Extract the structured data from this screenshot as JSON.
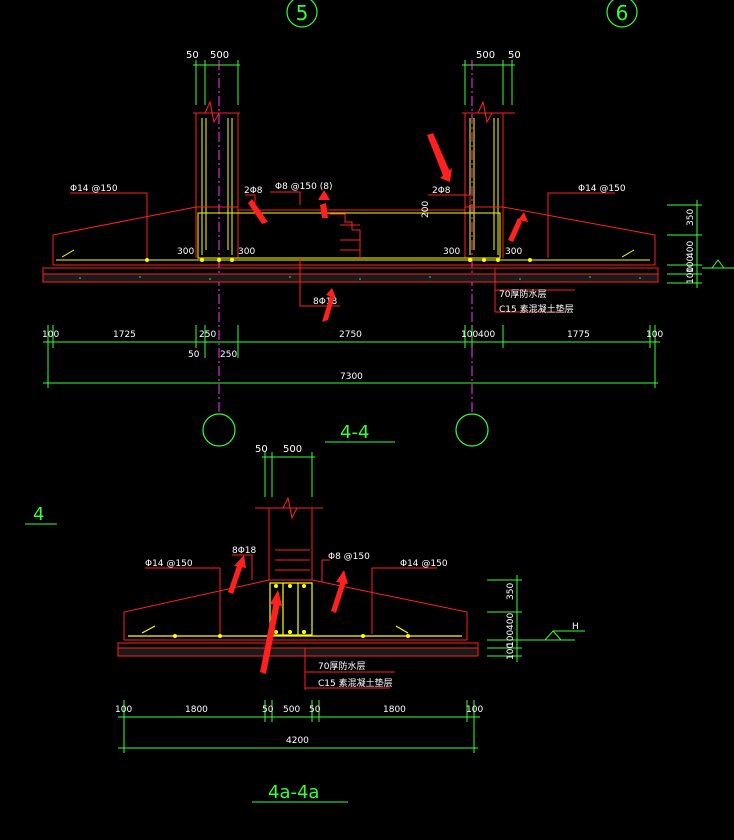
{
  "axes": {
    "left": "5",
    "right": "6"
  },
  "section_44": {
    "title": "4-4",
    "column_dims_left": [
      "50",
      "500"
    ],
    "column_dims_right": [
      "500",
      "50"
    ],
    "rebar_left": "Φ14 @150",
    "rebar_right": "Φ14 @150",
    "stirrup": "Φ8 @150 (8)",
    "bars_2_left": "2Φ8",
    "bars_2_right": "2Φ8",
    "side_300_a": "300",
    "side_300_b": "300",
    "side_300_c": "300",
    "side_300_d": "300",
    "dim_200": "200",
    "bottom_bars": "8Φ18",
    "layer_70": "70厚防水层",
    "layer_c15": "C15 素混凝土垫层",
    "height_dims": [
      "350",
      "400",
      "100",
      "100"
    ],
    "dims_row1": [
      "100",
      "1725",
      "250",
      "2750",
      "100",
      "400",
      "1775",
      "100"
    ],
    "dims_row1b": [
      "50",
      "250"
    ],
    "total": "7300"
  },
  "side_label": "4",
  "section_4a": {
    "title": "4a-4a",
    "column_dims": [
      "50",
      "500"
    ],
    "bars": "8Φ18",
    "stirrup": "Φ8 @150",
    "rebar_left": "Φ14 @150",
    "rebar_right": "Φ14 @150",
    "layer_70": "70厚防水层",
    "layer_c15": "C15 素混凝土垫层",
    "height_dims": [
      "350",
      "400",
      "100",
      "100"
    ],
    "level_mark": "H",
    "dims_row": [
      "100",
      "1800",
      "50",
      "500",
      "50",
      "1800",
      "100"
    ],
    "total": "4200"
  }
}
